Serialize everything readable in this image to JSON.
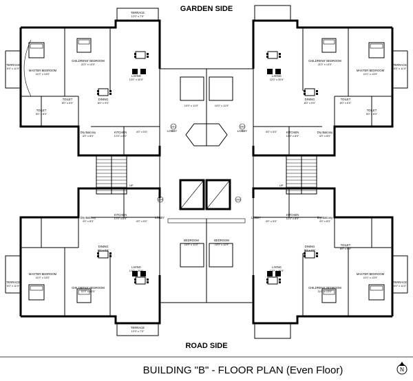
{
  "header": {
    "garden_side": "GARDEN SIDE",
    "road_side": "ROAD SIDE"
  },
  "footer": {
    "title": "BUILDING \"B\" - FLOOR PLAN (Even Floor)",
    "north": "N"
  },
  "rooms": [
    {
      "id": "tl-terrace-top",
      "name": "TERRACE",
      "dim": "12'0\" x 7'0\""
    },
    {
      "id": "tl-terrace-side",
      "name": "TERRACE",
      "dim": "5'0\" x 11'0\""
    },
    {
      "id": "tl-master",
      "name": "MASTER BEDROOM",
      "dim": "11'0\" x 13'0\""
    },
    {
      "id": "tl-children",
      "name": "CHILDRENS' BEDROOM",
      "dim": "11'0\" x 13'0\""
    },
    {
      "id": "tl-living",
      "name": "LIVING",
      "dim": "12'0\" x 20'0\""
    },
    {
      "id": "tl-dining",
      "name": "DINING",
      "dim": "8'0\" x 9'0\""
    },
    {
      "id": "tl-toilet-a",
      "name": "TOILET",
      "dim": "8'0\" x 5'0\""
    },
    {
      "id": "tl-toilet-b",
      "name": "TOILET",
      "dim": "5'0\" x 8'0\""
    },
    {
      "id": "tl-kitchen",
      "name": "KITCHEN",
      "dim": "12'0\" x 8'0\""
    },
    {
      "id": "tl-dry",
      "name": "Dry Balcony",
      "dim": "4'0\" x 8'0\""
    },
    {
      "id": "tl-foyer",
      "name": "",
      "dim": "4'0\" x 5'0\""
    },
    {
      "id": "top-bed-l",
      "name": "",
      "dim": "10'0\" x 11'0\""
    },
    {
      "id": "top-bed-r",
      "name": "",
      "dim": "10'0\" x 11'0\""
    },
    {
      "id": "tr-terrace",
      "name": "TERRACE",
      "dim": "5'0\" x 11'0\""
    },
    {
      "id": "tr-master",
      "name": "MASTER BEDROOM",
      "dim": "11'0\" x 13'0\""
    },
    {
      "id": "tr-children",
      "name": "CHILDRENS' BEDROOM",
      "dim": "11'0\" x 13'0\""
    },
    {
      "id": "tr-living",
      "name": "LIVING",
      "dim": "12'0\" x 20'0\""
    },
    {
      "id": "tr-dining",
      "name": "DINING",
      "dim": "8'0\" x 9'0\""
    },
    {
      "id": "tr-toilet-a",
      "name": "TOILET",
      "dim": "8'0\" x 5'0\""
    },
    {
      "id": "tr-toilet-b",
      "name": "TOILET",
      "dim": "5'0\" x 8'0\""
    },
    {
      "id": "tr-kitchen",
      "name": "KITCHEN",
      "dim": "12'0\" x 8'0\""
    },
    {
      "id": "tr-dry",
      "name": "Dry Balcony",
      "dim": "4'0\" x 8'0\""
    },
    {
      "id": "tr-foyer",
      "name": "",
      "dim": "4'0\" x 5'0\""
    },
    {
      "id": "lobby-top-l",
      "name": "LOBBY",
      "dim": ""
    },
    {
      "id": "lobby-top-r",
      "name": "LOBBY",
      "dim": ""
    },
    {
      "id": "lobby-bot-l",
      "name": "LOBBY",
      "dim": ""
    },
    {
      "id": "lobby-bot-r",
      "name": "LOBBY",
      "dim": ""
    },
    {
      "id": "bl-dry",
      "name": "Dry Balcony",
      "dim": "4'0\" x 8'0\""
    },
    {
      "id": "bl-kitchen",
      "name": "KITCHEN",
      "dim": "12'0\" x 8'0\""
    },
    {
      "id": "bl-foyer",
      "name": "",
      "dim": "4'0\" x 5'0\""
    },
    {
      "id": "bl-dining",
      "name": "DINING",
      "dim": "8'0\" x 9'0\""
    },
    {
      "id": "bl-living",
      "name": "LIVING",
      "dim": "12'0\" x 20'0\""
    },
    {
      "id": "bl-master",
      "name": "MASTER BEDROOM",
      "dim": "11'0\" x 13'0\""
    },
    {
      "id": "bl-children",
      "name": "CHILDRENS' BEDROOM",
      "dim": "11'0\" x 13'0\""
    },
    {
      "id": "bl-terrace-side",
      "name": "TERRACE",
      "dim": "5'0\" x 11'0\""
    },
    {
      "id": "bl-terrace-bot",
      "name": "TERRACE",
      "dim": "12'0\" x 7'0\""
    },
    {
      "id": "bot-bed-l",
      "name": "BEDROOM",
      "dim": "10'0\" x 11'0\""
    },
    {
      "id": "bot-bed-r",
      "name": "BEDROOM",
      "dim": "10'0\" x 11'0\""
    },
    {
      "id": "br-dry",
      "name": "Dry Balcony",
      "dim": "4'0\" x 8'0\""
    },
    {
      "id": "br-kitchen",
      "name": "KITCHEN",
      "dim": "12'0\" x 8'0\""
    },
    {
      "id": "br-foyer",
      "name": "",
      "dim": "4'0\" x 5'0\""
    },
    {
      "id": "br-dining",
      "name": "DINING",
      "dim": "8'0\" x 9'0\""
    },
    {
      "id": "br-toilet",
      "name": "TOILET",
      "dim": "8'0\" x 5'0\""
    },
    {
      "id": "br-living",
      "name": "LIVING",
      "dim": "12'0\" x 20'0\""
    },
    {
      "id": "br-master",
      "name": "MASTER BEDROOM",
      "dim": "11'0\" x 13'0\""
    },
    {
      "id": "br-children",
      "name": "CHILDRENS' BEDROOM",
      "dim": "11'0\" x 13'0\""
    },
    {
      "id": "br-terrace",
      "name": "TERRACE",
      "dim": "5'0\" x 11'0\""
    }
  ],
  "flats": [
    "201",
    "202",
    "203",
    "204"
  ],
  "stairs": {
    "up": "UP"
  }
}
